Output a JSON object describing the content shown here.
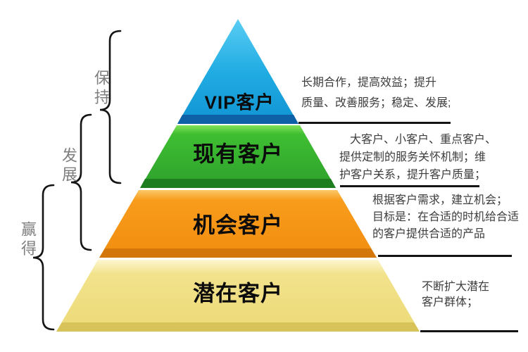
{
  "diagram": {
    "levels": [
      {
        "label": "VIP客户",
        "annotation_lines": [
          "长期合作，提高效益；提升",
          "质量、改善服务；稳定、发展;"
        ],
        "colors": {
          "light": "#59cdf3",
          "main": "#21ace3",
          "deep": "#1094d2",
          "band": "#0e61a7"
        }
      },
      {
        "label": "现有客户",
        "annotation_lines": [
          "大客户、小客户、重点客户、",
          "提供定制的服务关怀机制；维",
          "护客户关系，提升客户质量；"
        ],
        "colors": {
          "light": "#82e259",
          "main": "#3fbe32",
          "deep": "#2da02c",
          "band": "#1e7d1f"
        }
      },
      {
        "label": "机会客户",
        "annotation_lines": [
          "根据客户需求，建立机会；",
          "目标是：在合适的时机给合适",
          "的客户提供合适的产品"
        ],
        "colors": {
          "light": "#fcc767",
          "main": "#f89c1c",
          "deep": "#f18d10",
          "band": "#d3770b"
        }
      },
      {
        "label": "潜在客户",
        "annotation_lines": [
          "不断扩大潜在",
          "客户群体；"
        ],
        "colors": {
          "light": "#fdf6d0",
          "main": "#f2e28c",
          "deep": "#ecda77",
          "band": "#d8c35b"
        }
      }
    ],
    "stages": [
      {
        "label": "保持"
      },
      {
        "label": "发展"
      },
      {
        "label": "赢得"
      }
    ],
    "style": {
      "background": "#ffffff",
      "callout_line_color": "#141414",
      "brace_color": "#141414",
      "level_label_color": "#0b0b0b",
      "annotation_text_color": "#3d3d3d",
      "stage_label_color": "#7e7e7e"
    }
  }
}
